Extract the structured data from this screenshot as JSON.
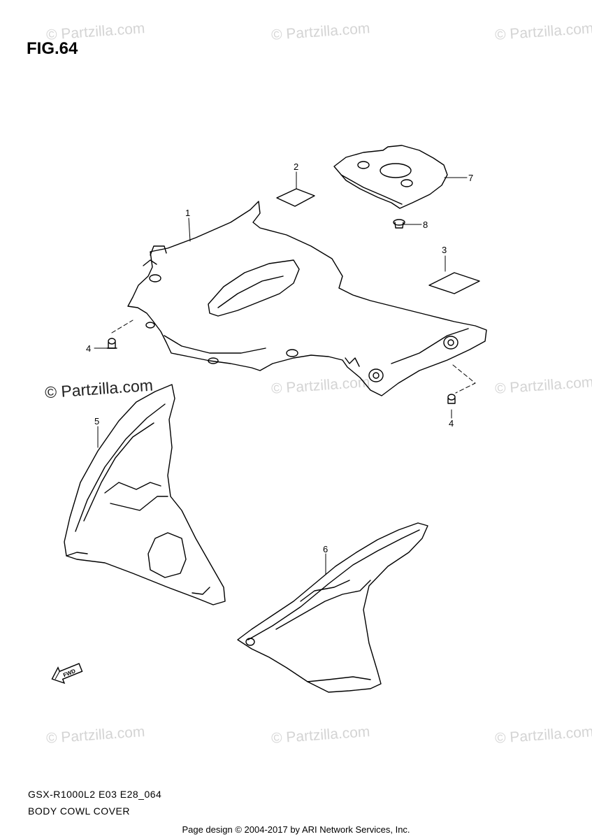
{
  "figure": {
    "title": "FIG.64",
    "model_code": "GSX-R1000L2 E03 E28_064",
    "section_name": "BODY COWL COVER"
  },
  "watermark": {
    "text": "© Partzilla.com",
    "primary_text": "© Partzilla.com"
  },
  "callouts": {
    "p1": "1",
    "p2": "2",
    "p3": "3",
    "p4a": "4",
    "p4b": "4",
    "p5": "5",
    "p6": "6",
    "p7": "7",
    "p8": "8"
  },
  "direction_marker": {
    "label": "FWD",
    "icon": "forward-arrow-icon"
  },
  "footer": {
    "credit": "Page design © 2004-2017 by ARI Network Services, Inc."
  }
}
